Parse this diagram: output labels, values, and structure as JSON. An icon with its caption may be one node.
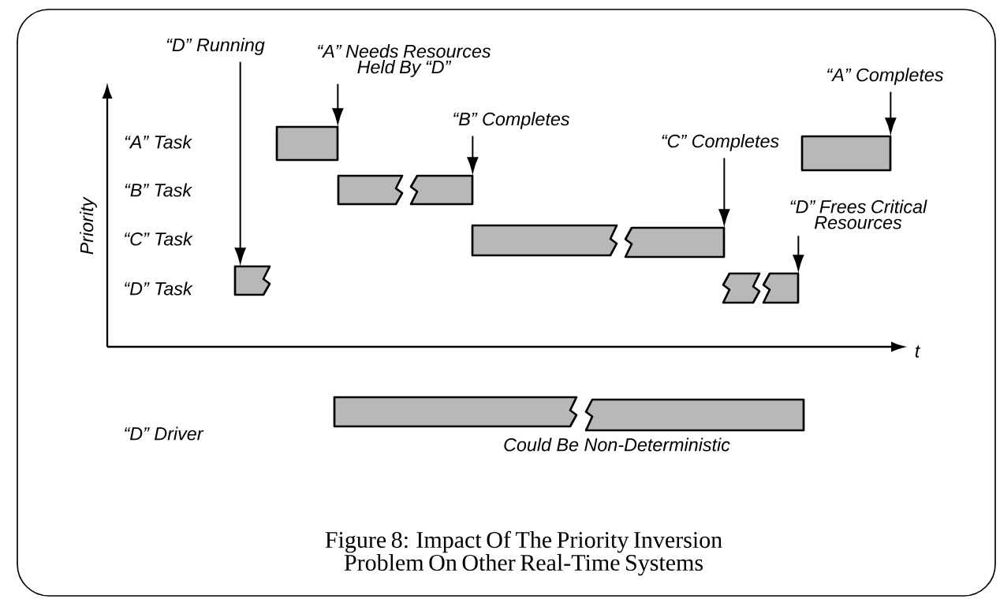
{
  "diagram": {
    "caption": "Figure 8: Impact Of The Priority Inversion Problem On Other Real-Time Systems",
    "nodes": [
      {
        "text": [
          "“D” Running"
        ]
      },
      {
        "text": [
          "“A” Needs Resources Held By “D”"
        ]
      },
      {
        "text": [
          "“B” Completes"
        ]
      },
      {
        "text": [
          "“C” Completes"
        ]
      },
      {
        "text": [
          "“A” Completes"
        ]
      },
      {
        "text": [
          "“D” Frees Critical Resources"
        ]
      },
      {
        "text": [],
        "shape": "bar"
      },
      {
        "text": [],
        "shape": "bar"
      },
      {
        "text": [],
        "shape": "bar"
      },
      {
        "text": [],
        "shape": "bar"
      },
      {
        "text": [],
        "shape": "bar"
      },
      {
        "text": [],
        "shape": "bar"
      },
      {
        "text": [],
        "shape": "bar"
      },
      {
        "text": [],
        "shape": "bar"
      },
      {
        "text": [],
        "shape": "bar"
      },
      {
        "text": [],
        "shape": "bar"
      },
      {
        "text": [],
        "shape": "bar"
      }
    ],
    "edges": [
      {
        "from": 0,
        "to": 6,
        "arrow": "to"
      },
      {
        "from": 1,
        "to": 7,
        "arrow": "to"
      },
      {
        "from": 2,
        "to": 9,
        "arrow": "to"
      },
      {
        "from": 3,
        "to": 11,
        "arrow": "to"
      },
      {
        "from": 4,
        "to": 14,
        "arrow": "to"
      },
      {
        "from": 5,
        "to": 13,
        "arrow": "to"
      }
    ],
    "labels": [
      "“A” Task",
      "“B” Task",
      "“C” Task",
      "“D” Task",
      "Priority",
      "t",
      "“D” Driver",
      "Could Be Non-Deterministic"
    ]
  }
}
